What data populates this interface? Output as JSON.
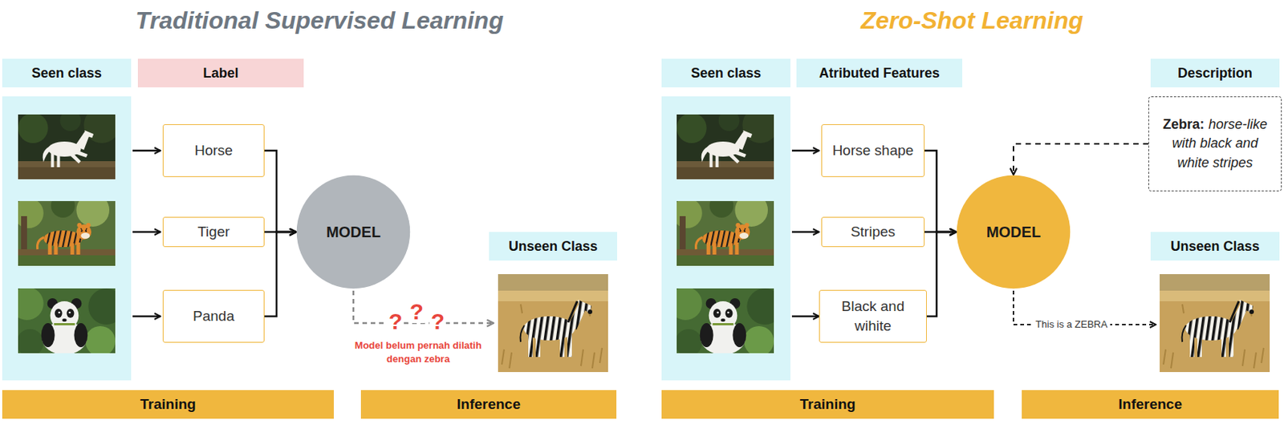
{
  "diagram": {
    "nodes": [
      {
        "text": [
          "Seen class"
        ]
      },
      {
        "text": [
          "Label"
        ]
      },
      {
        "text": [
          "Horse"
        ]
      },
      {
        "text": [
          "Tiger"
        ]
      },
      {
        "text": [
          "Panda"
        ]
      },
      {
        "text": [
          "MODEL"
        ]
      },
      {
        "text": [
          "Unseen Class"
        ]
      },
      {
        "text": [
          "Training"
        ]
      },
      {
        "text": [
          "Inference"
        ]
      },
      {
        "text": [
          "Seen class"
        ]
      },
      {
        "text": [
          "Atributed Features"
        ]
      },
      {
        "text": [
          "Description"
        ]
      },
      {
        "text": [
          "Zebra:",
          "horse-like with black and white stripes"
        ]
      },
      {
        "text": [
          "Horse shape"
        ]
      },
      {
        "text": [
          "Stripes"
        ]
      },
      {
        "text": [
          "Black and wihite"
        ]
      },
      {
        "text": [
          "MODEL"
        ]
      },
      {
        "text": [
          "Unseen Class"
        ]
      },
      {
        "text": [
          "Training"
        ]
      },
      {
        "text": [
          "Inference"
        ]
      }
    ],
    "edges": [
      {
        "from": 2,
        "to": 5,
        "arrow": "to"
      },
      {
        "from": 3,
        "to": 5,
        "arrow": "to"
      },
      {
        "from": 4,
        "to": 5,
        "arrow": "to"
      },
      {
        "from": 13,
        "to": 16,
        "arrow": "to"
      },
      {
        "from": 14,
        "to": 16,
        "arrow": "to"
      },
      {
        "from": 15,
        "to": 16,
        "arrow": "to"
      },
      {
        "from": 12,
        "to": 16,
        "arrow": "to"
      }
    ],
    "labels": [
      "Traditional Supervised Learning",
      "?",
      "?",
      "?",
      "Model belum pernah dilatih dengan zebra",
      "Zero-Shot Learning",
      "This is a ZEBRA"
    ]
  }
}
